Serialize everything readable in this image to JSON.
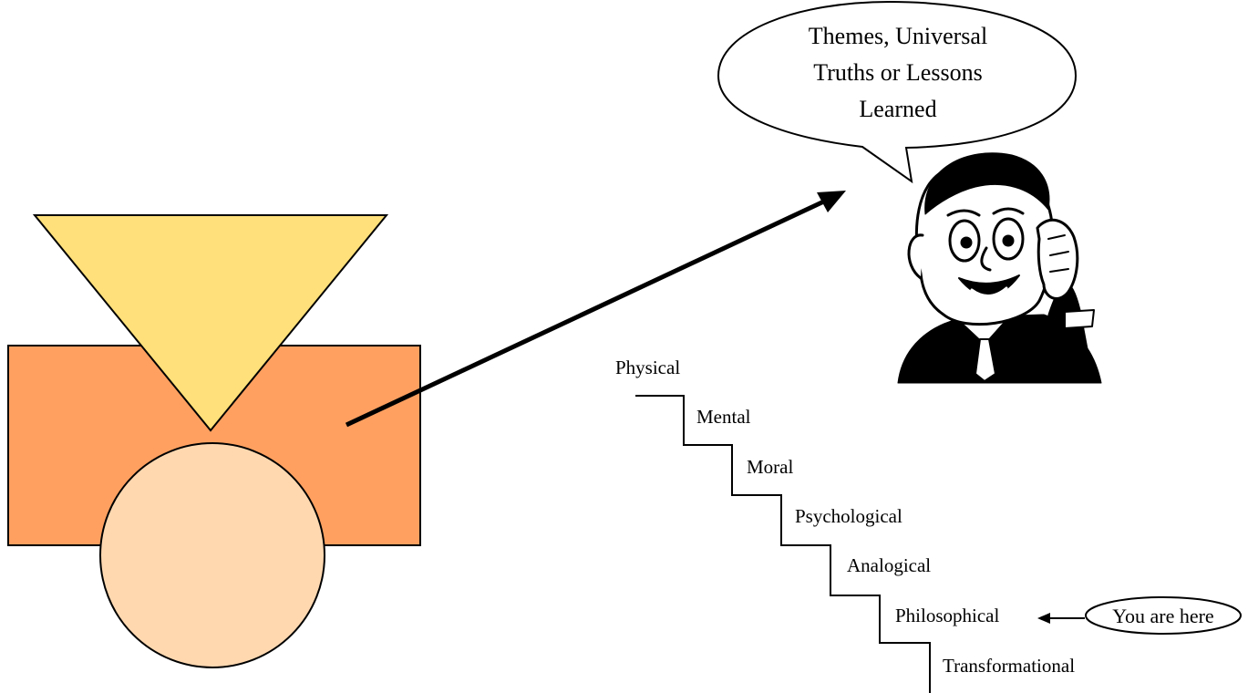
{
  "colors": {
    "triangle_fill": "#FFE07A",
    "rectangle_fill": "#FFA060",
    "circle_fill": "#FFD8B0",
    "outline": "#000000",
    "background": "#ffffff"
  },
  "speech_bubble": {
    "lines": [
      "Themes, Universal",
      "Truths or Lessons",
      "Learned"
    ]
  },
  "character": {
    "icon": "cartoon-man-thinking-icon"
  },
  "staircase": {
    "steps": [
      "Physical",
      "Mental",
      "Moral",
      "Psychological",
      "Analogical",
      "Philosophical",
      "Transformational"
    ],
    "current_index": 5
  },
  "marker": {
    "label": "You are here"
  }
}
